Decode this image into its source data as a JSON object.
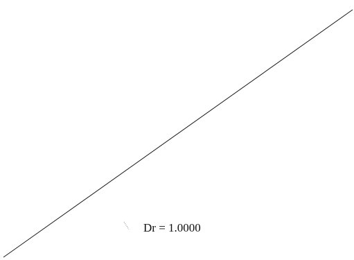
{
  "chart_data": {
    "type": "line",
    "series": [
      {
        "x": [
          0,
          1
        ],
        "y": [
          0,
          1
        ]
      }
    ],
    "xlim": [
      0,
      1
    ],
    "ylim": [
      0,
      1
    ],
    "grid": false,
    "annotations": [
      {
        "text": "Dr = 1.0000"
      }
    ]
  }
}
